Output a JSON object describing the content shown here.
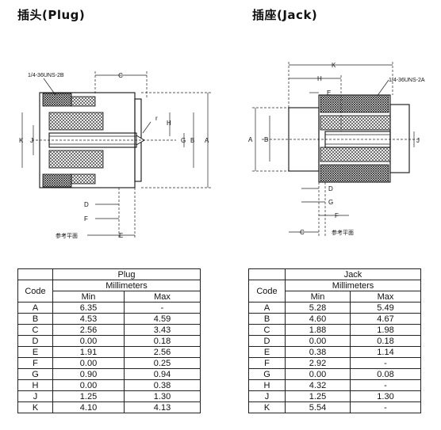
{
  "titles": {
    "plug": "插头(Plug)",
    "jack": "插座(Jack)"
  },
  "drawing_labels": {
    "plug": {
      "thread": "1/4-36UNS-2B",
      "ref_plane": "参考平面",
      "C": "C",
      "K": "K",
      "J": "J",
      "r": "r",
      "H": "H",
      "G": "G",
      "B": "B",
      "A": "A",
      "D": "D",
      "F": "F",
      "E": "E"
    },
    "jack": {
      "thread": "1/4-36UNS-2A",
      "ref_plane": "参考平面",
      "K": "K",
      "H": "H",
      "E": "E",
      "A": "A",
      "B": "B",
      "J": "J",
      "D": "D",
      "G": "G",
      "F": "F",
      "C": "C"
    }
  },
  "tables": {
    "plug": {
      "title": "Plug",
      "code_header": "Code",
      "unit_header": "Millimeters",
      "min_header": "Min",
      "max_header": "Max",
      "rows": [
        {
          "code": "A",
          "min": "6.35",
          "max": "-"
        },
        {
          "code": "B",
          "min": "4.53",
          "max": "4.59"
        },
        {
          "code": "C",
          "min": "2.56",
          "max": "3.43"
        },
        {
          "code": "D",
          "min": "0.00",
          "max": "0.18"
        },
        {
          "code": "E",
          "min": "1.91",
          "max": "2.56"
        },
        {
          "code": "F",
          "min": "0.00",
          "max": "0.25"
        },
        {
          "code": "G",
          "min": "0.90",
          "max": "0.94"
        },
        {
          "code": "H",
          "min": "0.00",
          "max": "0.38"
        },
        {
          "code": "J",
          "min": "1.25",
          "max": "1.30"
        },
        {
          "code": "K",
          "min": "4.10",
          "max": "4.13"
        }
      ]
    },
    "jack": {
      "title": "Jack",
      "code_header": "Code",
      "unit_header": "Millimeters",
      "min_header": "Min",
      "max_header": "Max",
      "rows": [
        {
          "code": "A",
          "min": "5.28",
          "max": "5.49"
        },
        {
          "code": "B",
          "min": "4.60",
          "max": "4.67"
        },
        {
          "code": "C",
          "min": "1.88",
          "max": "1.98"
        },
        {
          "code": "D",
          "min": "0.00",
          "max": "0.18"
        },
        {
          "code": "E",
          "min": "0.38",
          "max": "1.14"
        },
        {
          "code": "F",
          "min": "2.92",
          "max": "-"
        },
        {
          "code": "G",
          "min": "0.00",
          "max": "0.08"
        },
        {
          "code": "H",
          "min": "4.32",
          "max": "-"
        },
        {
          "code": "J",
          "min": "1.25",
          "max": "1.30"
        },
        {
          "code": "K",
          "min": "5.54",
          "max": "-"
        }
      ]
    }
  }
}
